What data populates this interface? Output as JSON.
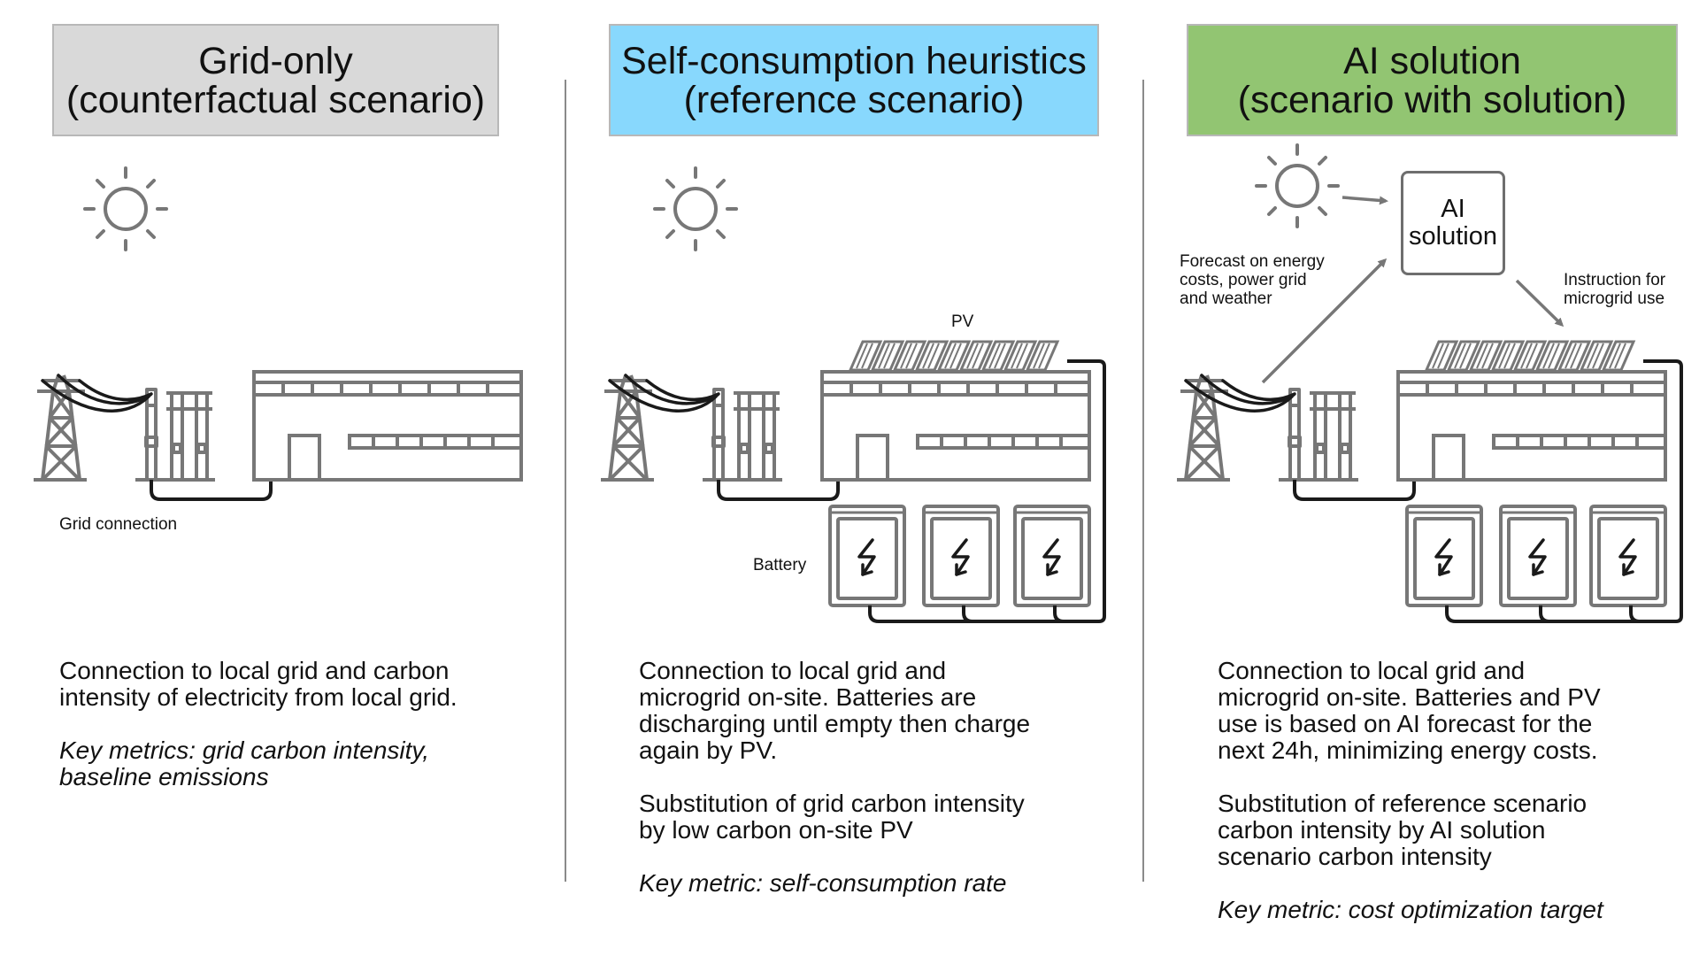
{
  "panels": [
    {
      "id": "grid-only",
      "header_line1": "Grid-only",
      "header_line2": "(counterfactual scenario)",
      "header_color": "#d9d9d9",
      "label_grid": "Grid connection",
      "desc_1": "Connection to local grid and carbon",
      "desc_2": "intensity of electricity from local grid.",
      "metric_1": "Key metrics: grid carbon intensity,",
      "metric_2": "baseline emissions"
    },
    {
      "id": "self-consumption",
      "header_line1": "Self-consumption heuristics",
      "header_line2": "(reference scenario)",
      "header_color": "#88d8fd",
      "label_pv": "PV",
      "label_battery": "Battery",
      "desc_1": "Connection to local grid and",
      "desc_2": "microgrid on-site. Batteries are",
      "desc_3": "discharging until empty then charge",
      "desc_4": "again by PV.",
      "sub_1": "Substitution of grid carbon intensity",
      "sub_2": "by low carbon on-site PV",
      "metric": "Key metric: self-consumption rate"
    },
    {
      "id": "ai-solution",
      "header_line1": "AI solution",
      "header_line2": "(scenario with solution)",
      "header_color": "#92c572",
      "ai_box_line1": "AI",
      "ai_box_line2": "solution",
      "forecast_1": "Forecast on energy",
      "forecast_2": "costs, power grid",
      "forecast_3": "and weather",
      "instruction_1": "Instruction for",
      "instruction_2": "microgrid use",
      "desc_1": "Connection to local grid and",
      "desc_2": "microgrid on-site. Batteries and PV",
      "desc_3": "use is based on AI forecast for the",
      "desc_4": "next 24h, minimizing energy costs.",
      "sub_1": "Substitution of reference scenario",
      "sub_2": "carbon intensity by AI solution",
      "sub_3": "scenario carbon intensity",
      "metric": "Key metric: cost optimization target"
    }
  ],
  "icons": {
    "sun": "sun-icon",
    "pylon": "power-pylon-icon",
    "substation": "substation-icon",
    "factory": "factory-building-icon",
    "solar": "solar-panel-icon",
    "battery": "battery-icon",
    "arrow": "arrow-icon"
  },
  "colors": {
    "line": "#777777",
    "cable": "#1a1a1a",
    "text": "#111111"
  }
}
